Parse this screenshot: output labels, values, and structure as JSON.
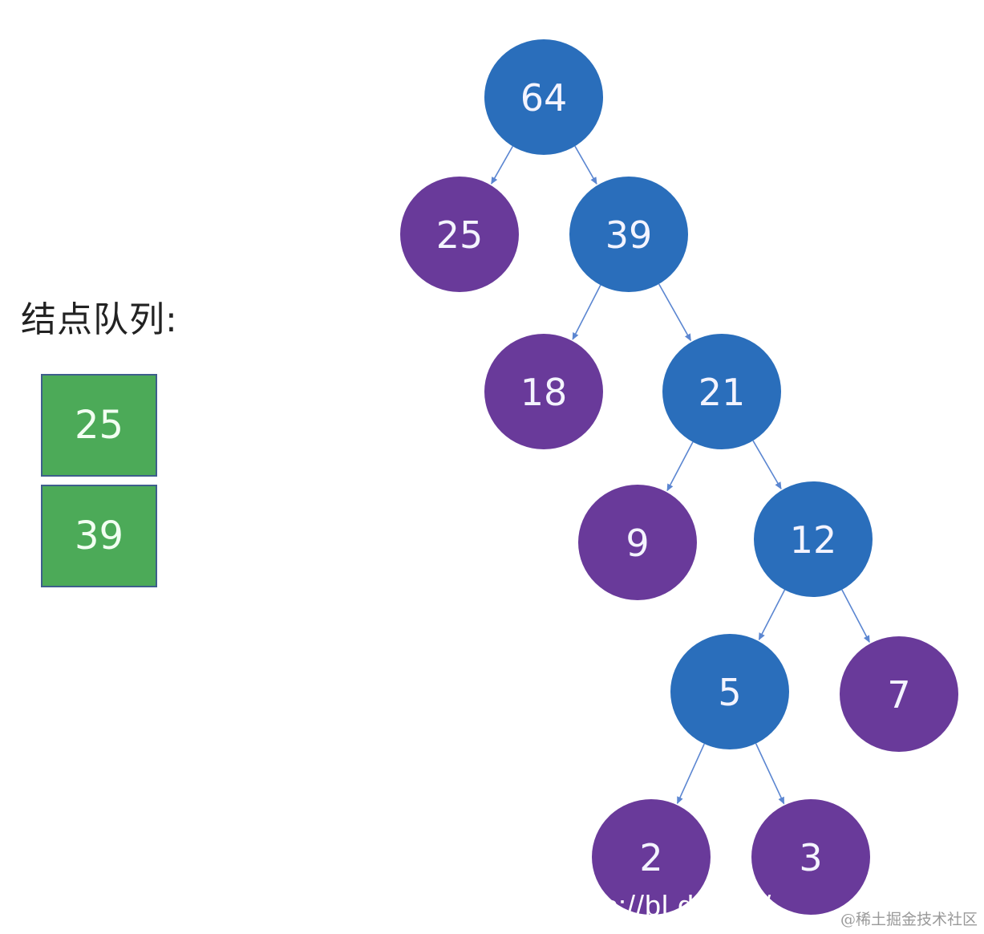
{
  "queue": {
    "title": "结点队列:",
    "items": [
      "25",
      "39"
    ]
  },
  "tree": {
    "nodes": [
      {
        "id": "64",
        "label": "64",
        "color": "blue"
      },
      {
        "id": "25",
        "label": "25",
        "color": "purple"
      },
      {
        "id": "39",
        "label": "39",
        "color": "blue"
      },
      {
        "id": "18",
        "label": "18",
        "color": "purple"
      },
      {
        "id": "21",
        "label": "21",
        "color": "blue"
      },
      {
        "id": "9",
        "label": "9",
        "color": "purple"
      },
      {
        "id": "12",
        "label": "12",
        "color": "blue"
      },
      {
        "id": "5",
        "label": "5",
        "color": "blue"
      },
      {
        "id": "7",
        "label": "7",
        "color": "purple"
      },
      {
        "id": "2",
        "label": "2",
        "color": "purple"
      },
      {
        "id": "3",
        "label": "3",
        "color": "purple"
      }
    ],
    "edges": [
      [
        "64",
        "25"
      ],
      [
        "64",
        "39"
      ],
      [
        "39",
        "18"
      ],
      [
        "39",
        "21"
      ],
      [
        "21",
        "9"
      ],
      [
        "21",
        "12"
      ],
      [
        "12",
        "5"
      ],
      [
        "12",
        "7"
      ],
      [
        "5",
        "2"
      ],
      [
        "5",
        "3"
      ]
    ]
  },
  "colors": {
    "blue": "#2a6ebb",
    "purple": "#693a9a",
    "queue_fill": "#4caa58",
    "edge": "#5b86d1"
  },
  "watermark": {
    "url_fragment": "s://bl        dn.net/",
    "site": "@稀土掘金技术社区"
  }
}
